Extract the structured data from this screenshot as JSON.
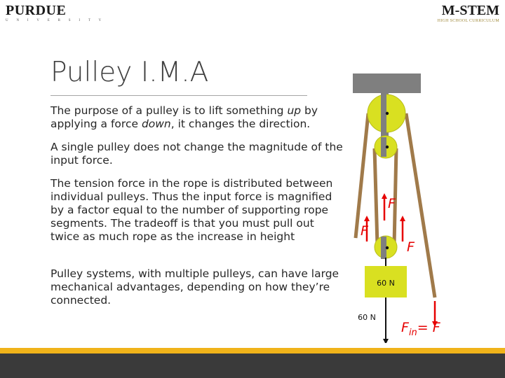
{
  "header": {
    "left_logo": {
      "name": "PURDUE",
      "sub": "U N I V E R S I T Y"
    },
    "right_logo": {
      "name": "M-STEM",
      "sub": "HIGH SCHOOL CURRICULUM"
    }
  },
  "slide": {
    "title": "Pulley I.M.A",
    "paragraphs": [
      {
        "text_before": "The purpose of a pulley is to lift something ",
        "em1": "up",
        "text_middle": " by applying a force ",
        "em2": "down",
        "text_after": ", it changes the direction."
      },
      {
        "text": "A single pulley does not change the magnitude of the input force."
      },
      {
        "text": "The tension force in the rope is distributed between individual pulleys.  Thus the input force is magnified by a factor equal to the number of supporting rope segments. The tradeoff is that you must pull out twice as much rope as the increase in height"
      },
      {
        "text": "Pulley systems, with multiple pulleys, can have large mechanical advantages, depending on how they’re connected."
      }
    ]
  },
  "diagram": {
    "force_label": "F",
    "load_label_upper": "60 N",
    "load_label_lower": "60 N",
    "fin_f": "F",
    "fin_sub": "in",
    "fin_rest": "= F",
    "colors": {
      "rope": "#a07a4a",
      "pulley": "#d9e021",
      "ceiling": "#7f7f7f",
      "arrow": "#e60000"
    }
  },
  "footer": {
    "accent_color": "#f0b31a",
    "bar_color": "#3a3a3a"
  }
}
